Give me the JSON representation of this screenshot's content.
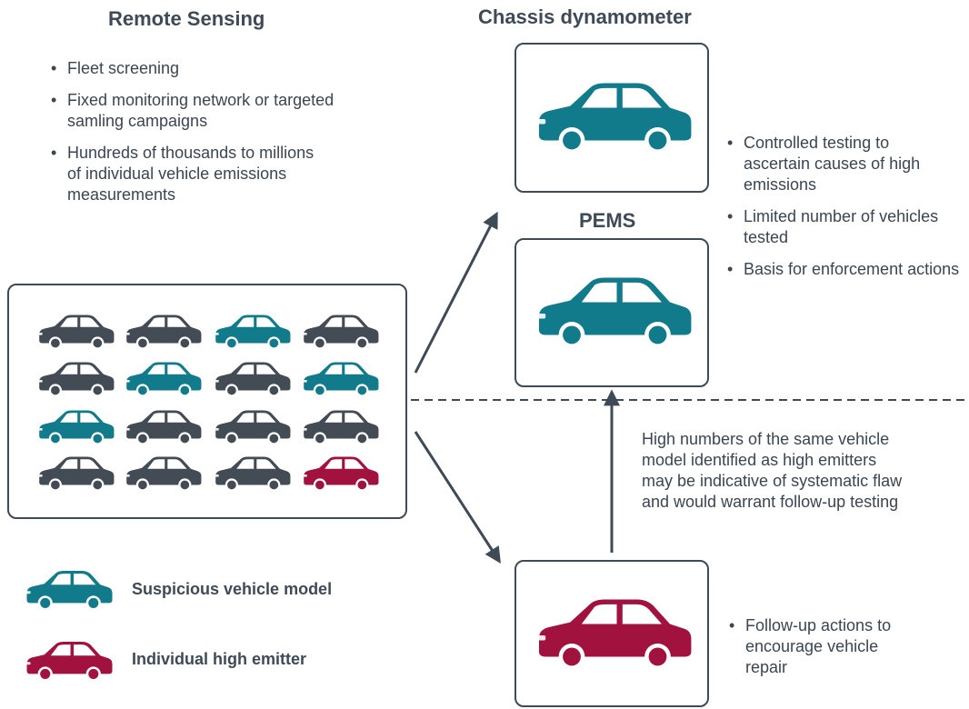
{
  "headings": {
    "remote_sensing": "Remote Sensing",
    "chassis": "Chassis dynamometer",
    "pems": "PEMS"
  },
  "remote_sensing_bullets": [
    "Fleet screening",
    "Fixed monitoring network or targeted samling campaigns",
    "Hundreds of thousands to millions of individual vehicle emissions measurements"
  ],
  "testing_bullets": [
    "Controlled testing to ascertain causes of high emissions",
    "Limited number of vehicles tested",
    "Basis for enforcement actions"
  ],
  "middle_note": "High numbers of the same vehicle model identified as high emitters may be indicative of systematic flaw and would warrant follow-up testing",
  "followup_bullets": [
    "Follow-up actions to encourage vehicle repair"
  ],
  "legend": {
    "suspicious": "Suspicious vehicle model",
    "high_emitter": "Individual high emitter"
  },
  "fleet_grid": [
    [
      "gray",
      "gray",
      "teal",
      "gray"
    ],
    [
      "gray",
      "teal",
      "gray",
      "teal"
    ],
    [
      "teal",
      "gray",
      "gray",
      "gray"
    ],
    [
      "gray",
      "gray",
      "gray",
      "crimson"
    ]
  ],
  "colors": {
    "gray": "#434b55",
    "teal": "#117a8b",
    "crimson": "#a1123f",
    "outline": "#3e4a56"
  }
}
